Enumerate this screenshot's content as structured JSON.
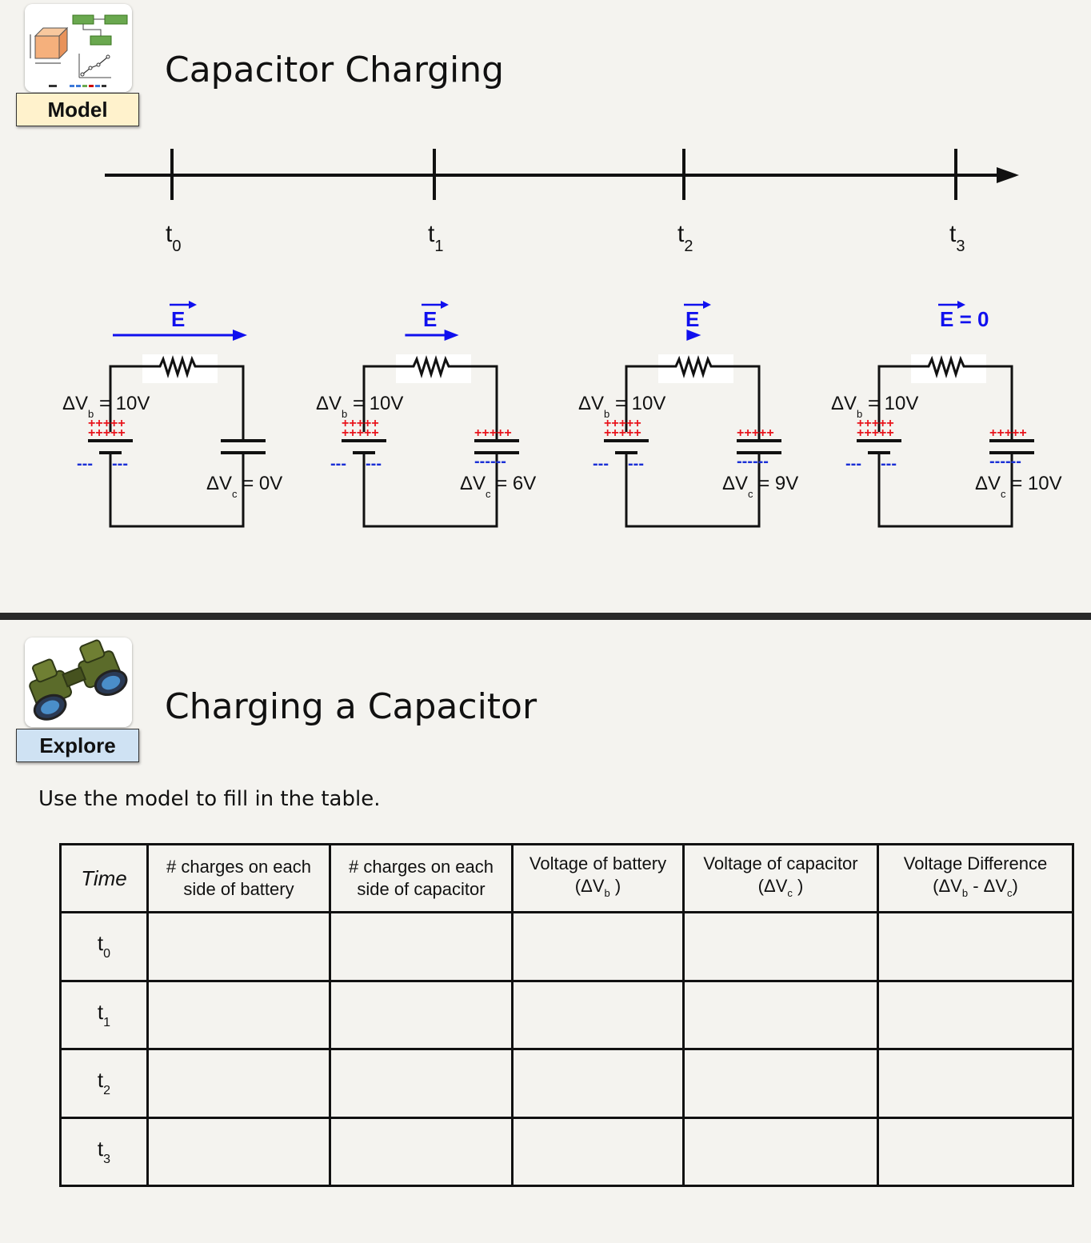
{
  "model_section": {
    "badge_label": "Model",
    "title": "Capacitor Charging",
    "timeline": {
      "ticks": [
        {
          "t": "t",
          "sub": "0"
        },
        {
          "t": "t",
          "sub": "1"
        },
        {
          "t": "t",
          "sub": "2"
        },
        {
          "t": "t",
          "sub": "3"
        }
      ]
    },
    "circuits": [
      {
        "field_label": "E",
        "field_suffix": "",
        "battery_v": "10V",
        "capacitor_v": "0V",
        "field_strength": 1.0
      },
      {
        "field_label": "E",
        "field_suffix": "",
        "battery_v": "10V",
        "capacitor_v": "6V",
        "field_strength": 0.4
      },
      {
        "field_label": "E",
        "field_suffix": "",
        "battery_v": "10V",
        "capacitor_v": "9V",
        "field_strength": 0.1
      },
      {
        "field_label": "E",
        "field_suffix": " = 0",
        "battery_v": "10V",
        "capacitor_v": "10V",
        "field_strength": 0
      }
    ],
    "battery_label_prefix": "ΔV",
    "battery_label_sub": "b",
    "capacitor_label_prefix": "ΔV",
    "capacitor_label_sub": "c",
    "equals": "=",
    "plus_signs": [
      "+++++",
      "+++++"
    ],
    "minus_signs": "---"
  },
  "explore_section": {
    "badge_label": "Explore",
    "title": "Charging a Capacitor",
    "instruction": "Use the model to fill in the table.",
    "table": {
      "headers": {
        "time": "Time",
        "battery_charges": [
          "# charges on each",
          "side of battery"
        ],
        "capacitor_charges": [
          "# charges on each",
          "side of capacitor"
        ],
        "battery_voltage": [
          "Voltage of battery",
          "(ΔV",
          "b",
          " )"
        ],
        "capacitor_voltage": [
          "Voltage of capacitor",
          "(ΔV",
          "c",
          " )"
        ],
        "difference": [
          "Voltage Difference",
          "(ΔV",
          "b",
          " - ΔV",
          "c",
          ")"
        ]
      },
      "rows": [
        {
          "t": "t",
          "sub": "0"
        },
        {
          "t": "t",
          "sub": "1"
        },
        {
          "t": "t",
          "sub": "2"
        },
        {
          "t": "t",
          "sub": "3"
        }
      ]
    }
  },
  "colors": {
    "field": "#1010ee",
    "plus": "#e8141c",
    "minus": "#1a2fd6",
    "model_label_bg": "#fff2cc",
    "explore_label_bg": "#cfe2f3"
  }
}
